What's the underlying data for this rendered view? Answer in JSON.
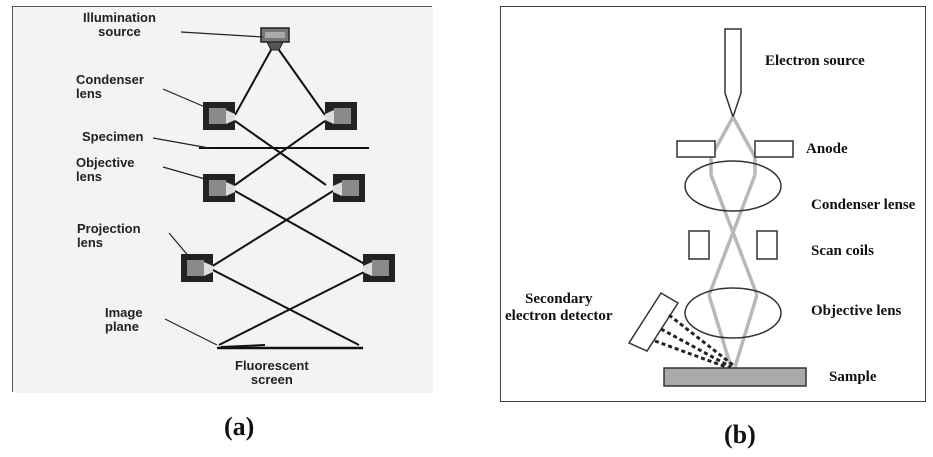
{
  "panel_a": {
    "labels": {
      "illumination_source": "Illumination\nsource",
      "condenser_lens": "Condenser\nlens",
      "specimen": "Specimen",
      "objective_lens": "Objective\nlens",
      "projection_lens": "Projection\nlens",
      "image_plane": "Image\nplane",
      "fluorescent_screen": "Fluorescent\nscreen"
    },
    "caption": "(a)"
  },
  "panel_b": {
    "labels": {
      "electron_source": "Electron source",
      "anode": "Anode",
      "condenser_lense": "Condenser lense",
      "scan_coils": "Scan coils",
      "objective_lens": "Objective lens",
      "secondary_electron_detector": "Secondary\nelectron detector",
      "sample": "Sample"
    },
    "caption": "(b)"
  }
}
